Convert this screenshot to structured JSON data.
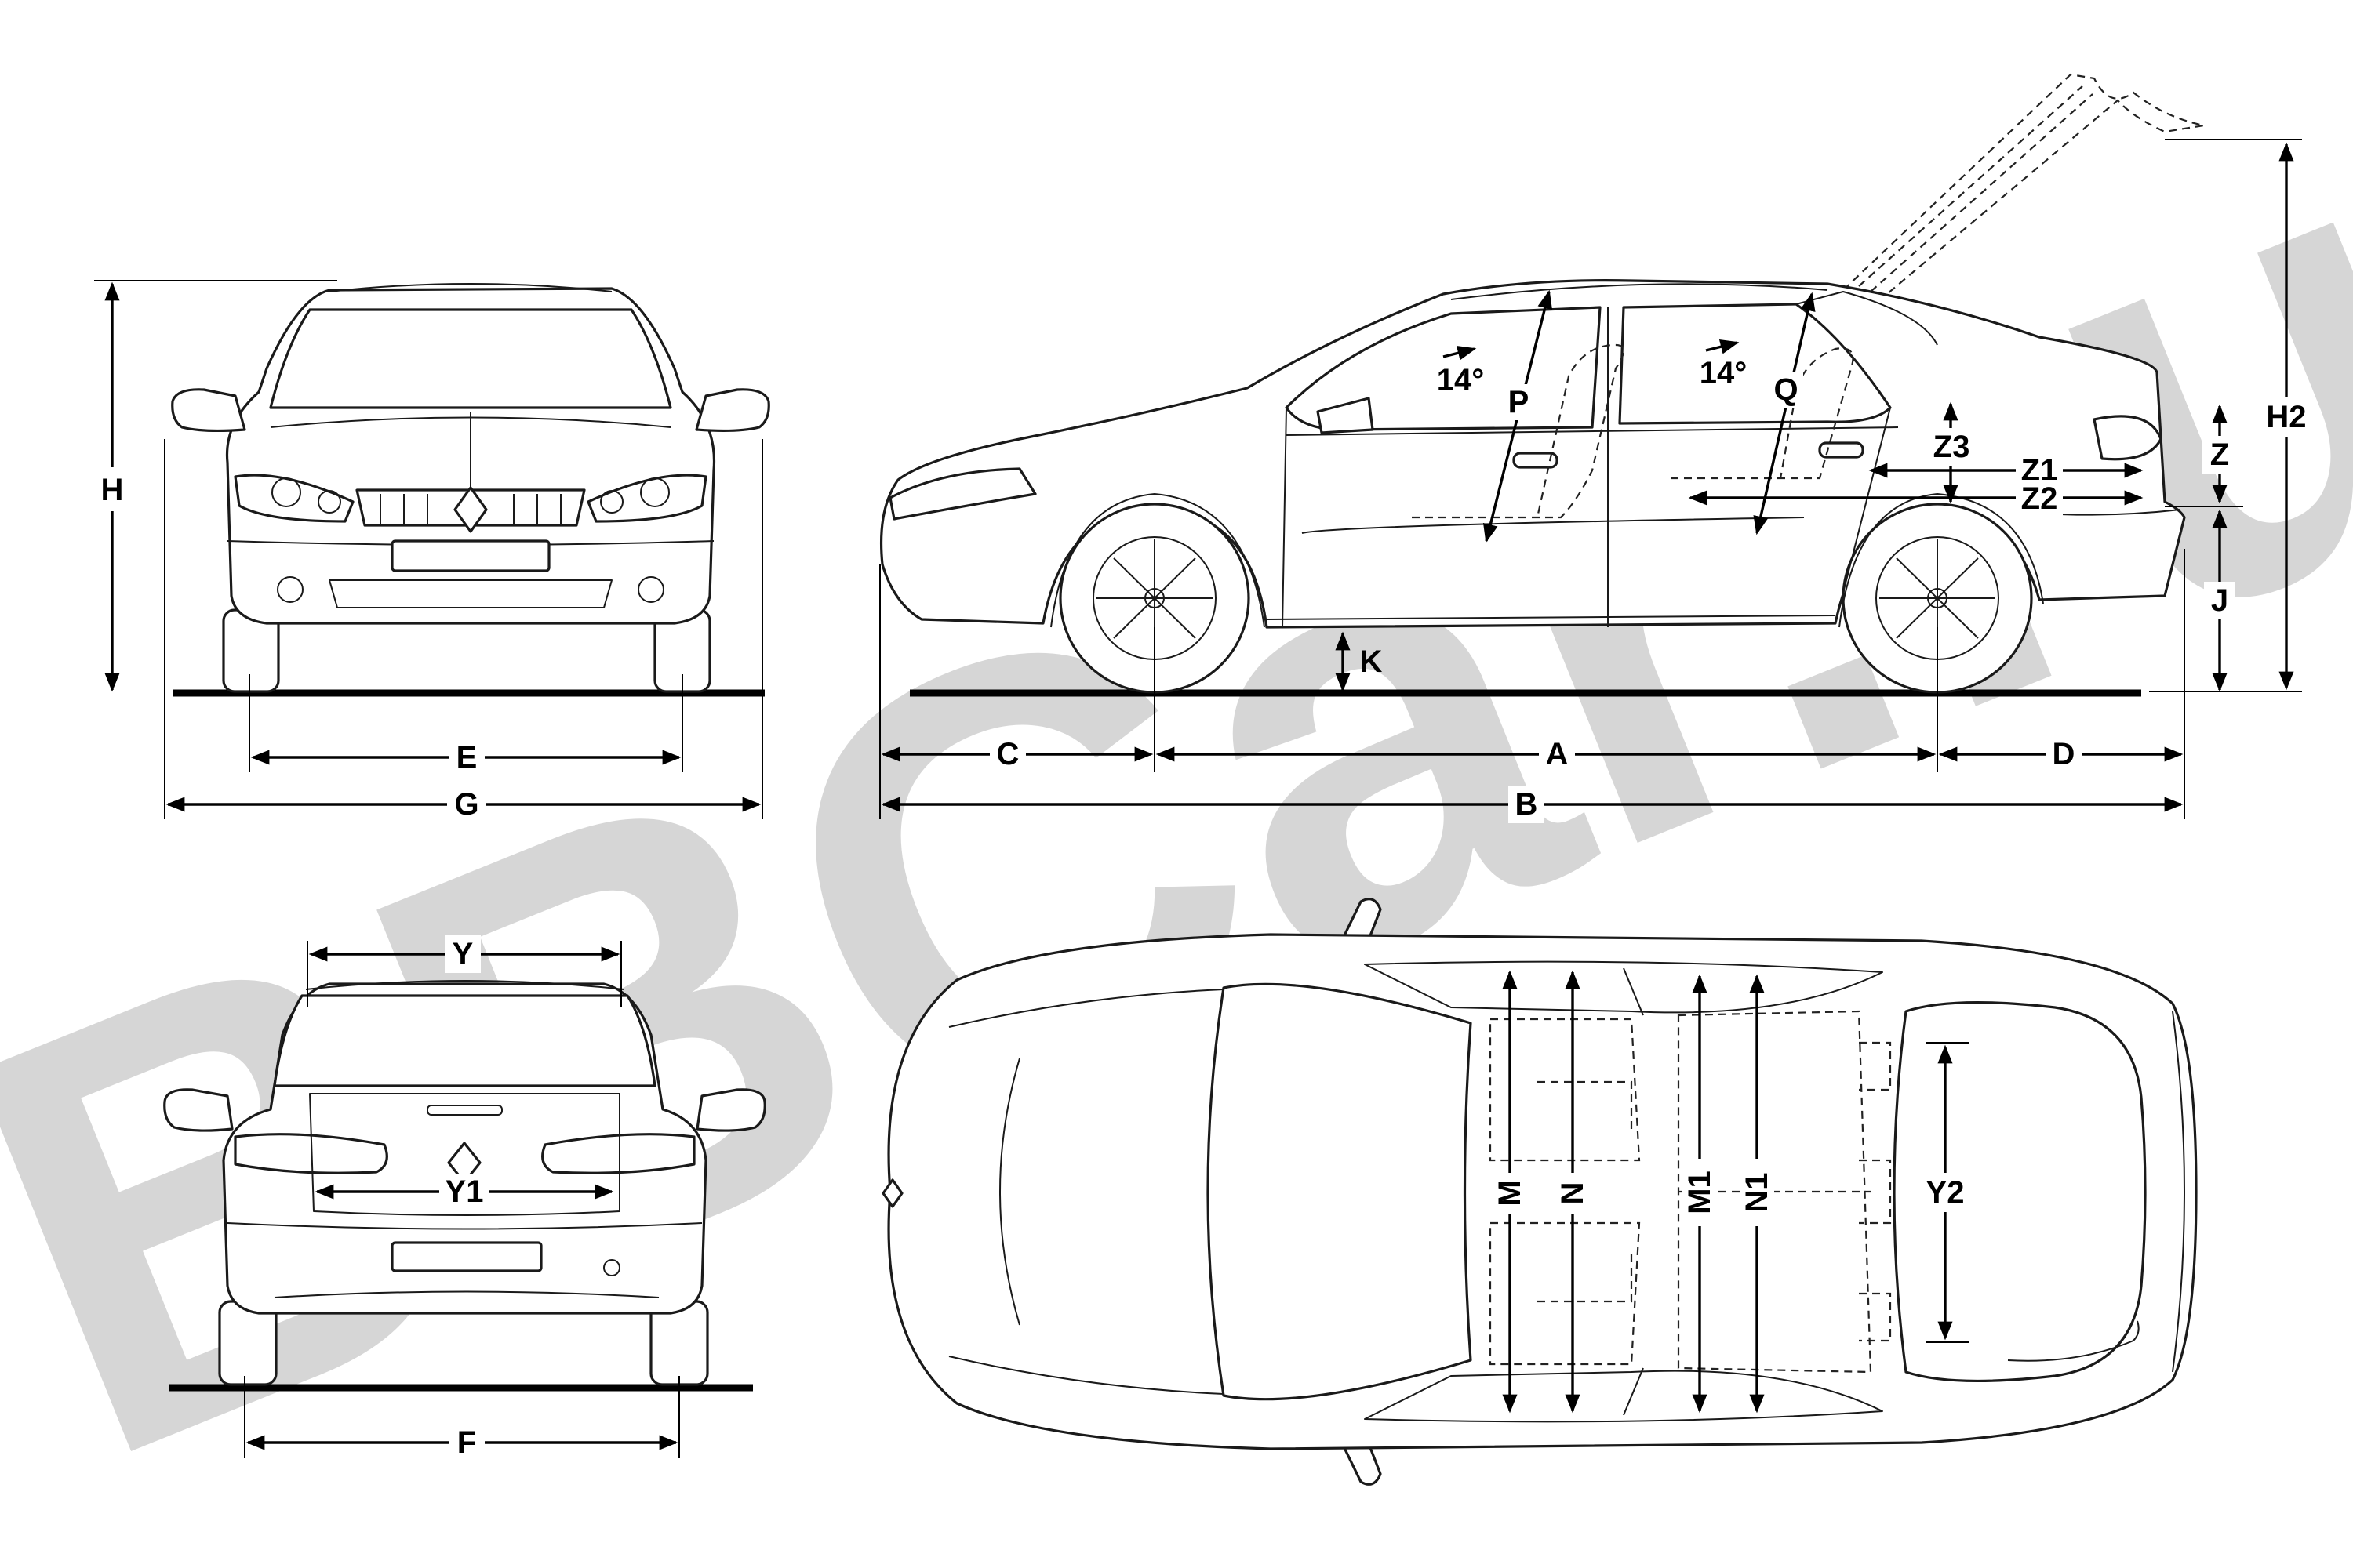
{
  "watermark": {
    "text": "BBCar.ru",
    "color": "#d6d6d6"
  },
  "dimension_labels": {
    "height": "H",
    "front_track": "E",
    "overall_width": "G",
    "front_overhang": "C",
    "wheelbase": "A",
    "rear_overhang": "D",
    "overall_length": "B",
    "ground_clearance": "K",
    "height_open_tailgate": "H2",
    "sill_height": "J",
    "boot_opening_height": "Z",
    "boot_length_floor": "Z1",
    "boot_length_seat": "Z2",
    "boot_height": "Z3",
    "front_headroom": "P",
    "rear_headroom": "Q",
    "front_seat_angle": "14°",
    "rear_seat_angle": "14°",
    "rear_track": "F",
    "boot_opening_width_top": "Y",
    "boot_opening_width_bottom": "Y1",
    "boot_opening_length": "Y2",
    "front_elbow_width": "M",
    "front_shoulder_width": "N",
    "rear_elbow_width": "M1",
    "rear_shoulder_width": "N1"
  },
  "colors": {
    "line": "#1a1a1a",
    "background": "#ffffff",
    "watermark": "#d6d6d6"
  }
}
